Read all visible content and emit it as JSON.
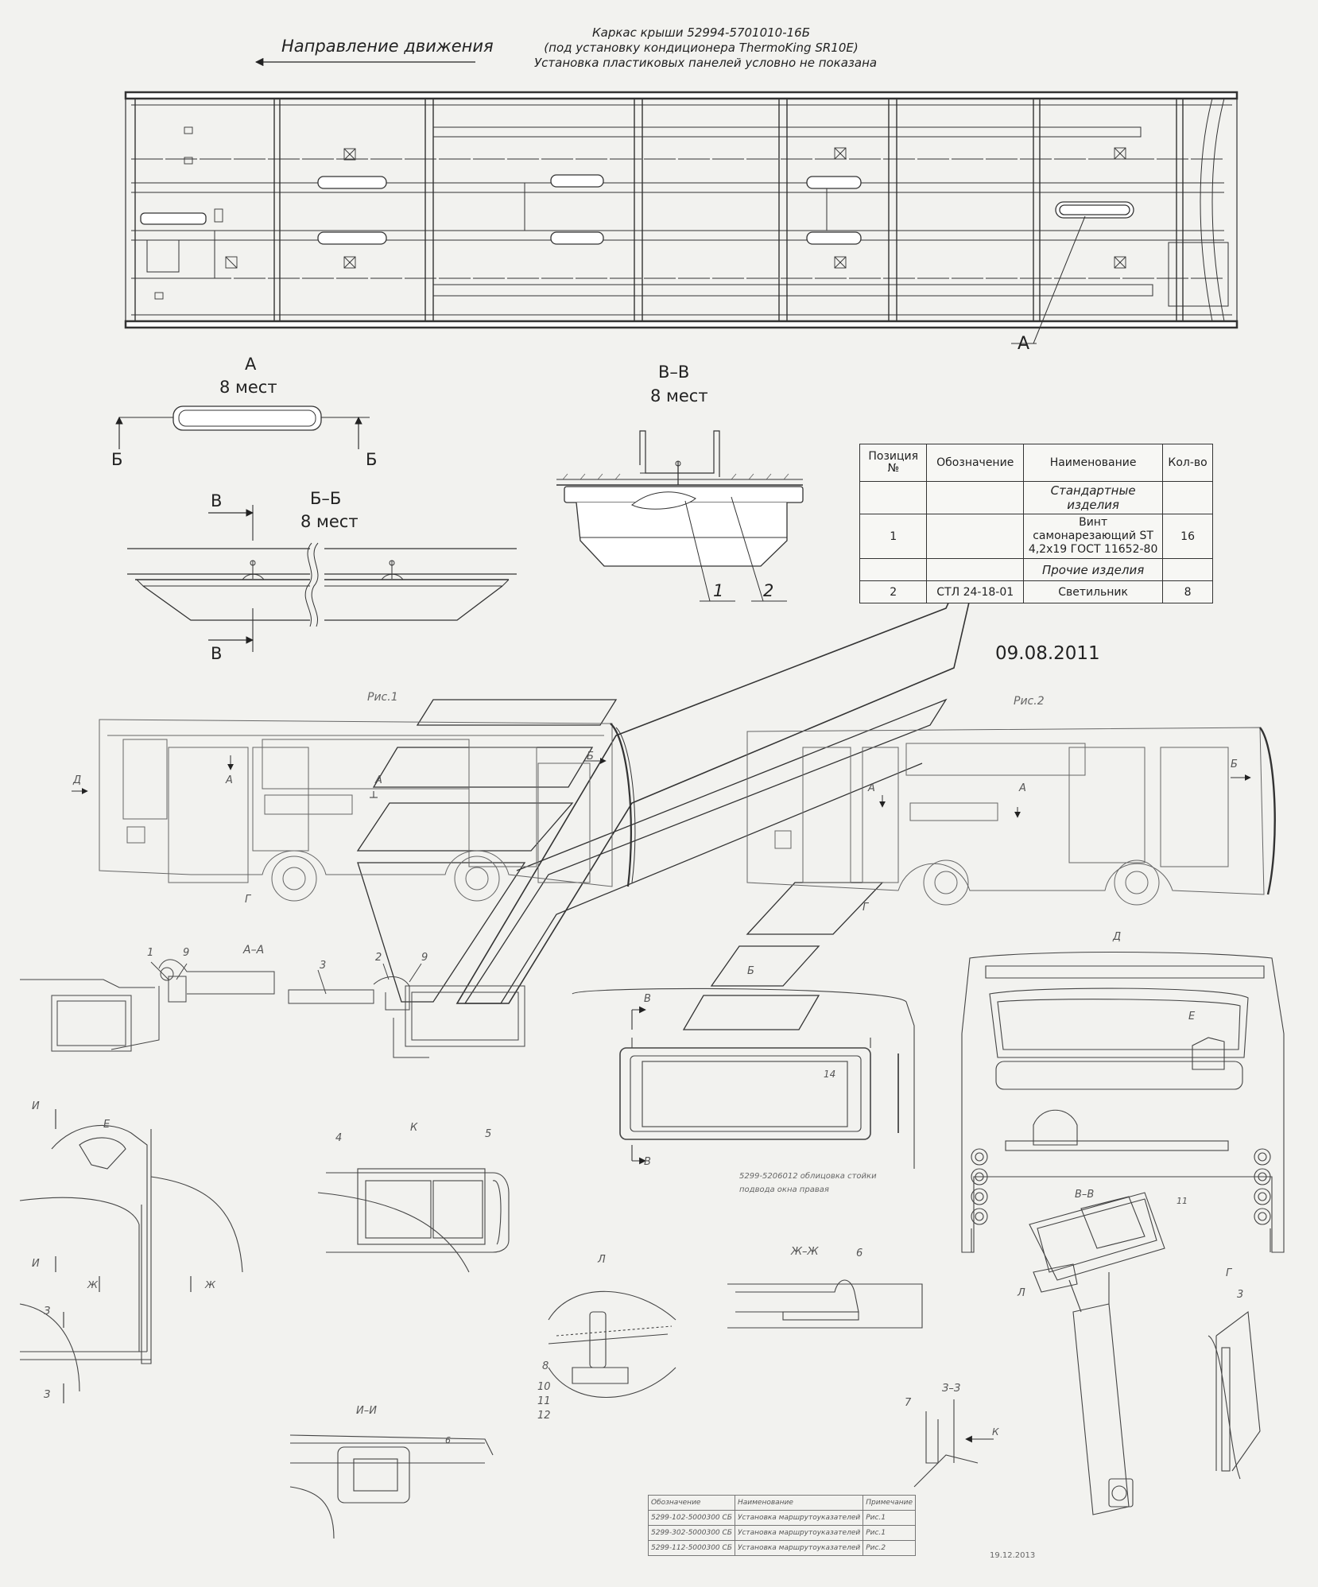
{
  "header": {
    "direction": "Направление движения",
    "line1": "Каркас крыши 52994-5701010-16Б",
    "line2": "(под установку кондиционера ThermoKing SR10E)",
    "line3": "Установка пластиковых панелей условно не показана"
  },
  "views": {
    "a_title": "А",
    "a_count": "8 мест",
    "a_callout": "А",
    "b_mark_left": "Б",
    "b_mark_right": "Б",
    "bb_title": "Б–Б",
    "bb_count": "8 мест",
    "v_mark_top": "В",
    "v_mark_bottom": "В",
    "vv_title": "В–В",
    "vv_count": "8 мест",
    "pos1": "1",
    "pos2": "2"
  },
  "spec_table": {
    "headers": [
      "Позиция №",
      "Обозначение",
      "Наименование",
      "Кол-во"
    ],
    "section1": "Стандартные изделия",
    "row1": {
      "pos": "1",
      "designation": "",
      "name": "Винт самонарезающий ST 4,2x19 ГОСТ 11652-80",
      "qty": "16"
    },
    "section2": "Прочие изделия",
    "row2": {
      "pos": "2",
      "designation": "СТЛ 24-18-01",
      "name": "Светильник",
      "qty": "8"
    }
  },
  "date": "09.08.2011",
  "bottom": {
    "fig1": "Рис.1",
    "fig2": "Рис.2",
    "mark_d": "Д",
    "mark_a1": "А",
    "mark_a2": "А",
    "mark_b1": "Б",
    "mark_g1": "Г",
    "mark_a3": "А",
    "mark_a4": "А",
    "mark_b2": "Б",
    "mark_g2": "Г",
    "section_aa": "А–А",
    "callout_1": "1",
    "callout_9a": "9",
    "callout_3": "3",
    "callout_2": "2",
    "callout_9b": "9",
    "view_b": "Б",
    "view_d": "Д",
    "view_e1": "Е",
    "view_e2": "Е",
    "callout_14": "14",
    "mark_v1": "В",
    "mark_v2": "В",
    "panel_note_1": "5299-5206012 облицовка стойки",
    "panel_note_2": "подвода окна правая",
    "view_k": "К",
    "callout_4": "4",
    "callout_5": "5",
    "mark_i1": "И",
    "mark_i2": "И",
    "mark_zh1": "Ж",
    "mark_zh2": "Ж",
    "mark_z1": "З",
    "mark_z2": "З",
    "section_ii": "И–И",
    "callout_6a": "6",
    "view_l1": "Л",
    "callout_8": "8",
    "callout_10": "10",
    "callout_11": "11",
    "callout_12": "12",
    "section_zhzh": "Ж–Ж",
    "callout_6b": "6",
    "section_vv": "В–В",
    "view_l2": "Л",
    "view_g": "Г",
    "callout_3b": "3",
    "section_zz": "З–З",
    "callout_7": "7",
    "mark_k": "К",
    "callout_11b": "11",
    "footer_date": "19.12.2013"
  },
  "legend_table": {
    "headers": [
      "Обозначение",
      "Наименование",
      "Примечание"
    ],
    "rows": [
      [
        "5299-102-5000300 СБ",
        "Установка маршрутоуказателей",
        "Рис.1"
      ],
      [
        "5299-302-5000300 СБ",
        "Установка маршрутоуказателей",
        "Рис.1"
      ],
      [
        "5299-112-5000300 СБ",
        "Установка маршрутоуказателей",
        "Рис.2"
      ]
    ]
  }
}
